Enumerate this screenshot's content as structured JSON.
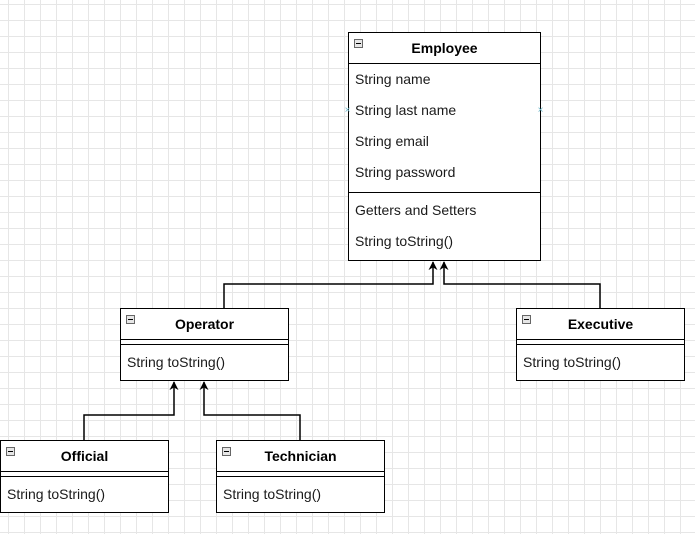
{
  "colors": {
    "border": "#000000",
    "grid": "#e6e6e6",
    "handle": "#6fb7c9",
    "text": "#1a1a1a"
  },
  "classes": {
    "employee": {
      "name": "Employee",
      "attributes": [
        "String name",
        "String last name",
        "String email",
        "String password"
      ],
      "operations": [
        "Getters and Setters",
        "String toString()"
      ]
    },
    "operator": {
      "name": "Operator",
      "attributes": [],
      "operations": [
        "String toString()"
      ]
    },
    "executive": {
      "name": "Executive",
      "attributes": [],
      "operations": [
        "String toString()"
      ]
    },
    "official": {
      "name": "Official",
      "attributes": [],
      "operations": [
        "String toString()"
      ]
    },
    "technician": {
      "name": "Technician",
      "attributes": [],
      "operations": [
        "String toString()"
      ]
    }
  },
  "relations": [
    {
      "from": "Operator",
      "to": "Employee",
      "type": "inheritance"
    },
    {
      "from": "Executive",
      "to": "Employee",
      "type": "inheritance"
    },
    {
      "from": "Official",
      "to": "Operator",
      "type": "inheritance"
    },
    {
      "from": "Technician",
      "to": "Operator",
      "type": "inheritance"
    }
  ]
}
